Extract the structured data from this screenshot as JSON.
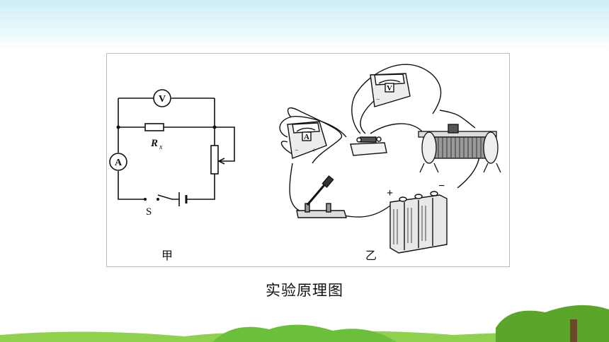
{
  "slide": {
    "caption": "实验原理图"
  },
  "circuit_jia": {
    "label": "甲",
    "voltmeter_symbol": "V",
    "ammeter_symbol": "A",
    "resistor_label": "R",
    "resistor_subscript": "x",
    "switch_label": "S"
  },
  "physical_yi": {
    "label": "乙",
    "ammeter_symbol": "A",
    "voltmeter_symbol": "V",
    "battery_plus": "+",
    "battery_minus": "−",
    "meter_minus": "−",
    "meter_plus": "+"
  },
  "colors": {
    "sky": "#cfeef6",
    "grass": "#7cc242",
    "tree": "#5aa52a",
    "line": "#111111"
  }
}
